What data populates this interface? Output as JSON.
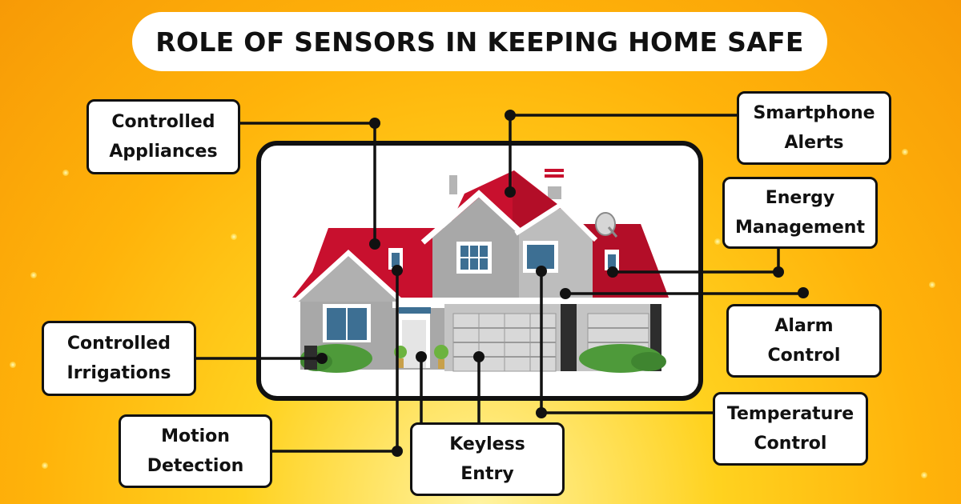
{
  "title": "ROLE OF SENSORS IN KEEPING HOME SAFE",
  "labels": {
    "controlled_appliances": [
      "Controlled",
      "Appliances"
    ],
    "smartphone_alerts": [
      "Smartphone",
      "Alerts"
    ],
    "energy_management": [
      "Energy",
      "Management"
    ],
    "alarm_control": [
      "Alarm",
      "Control"
    ],
    "controlled_irrigations": [
      "Controlled",
      "Irrigations"
    ],
    "motion_detection": [
      "Motion",
      "Detection"
    ],
    "keyless_entry": [
      "Keyless",
      "Entry"
    ],
    "temperature_control": [
      "Temperature",
      "Control"
    ]
  },
  "colors": {
    "roof": "#c8102e",
    "wall": "#9a9a9a",
    "trim": "#ffffff",
    "window": "#3d6f93",
    "bush": "#4e9a3a",
    "line": "#111111"
  }
}
